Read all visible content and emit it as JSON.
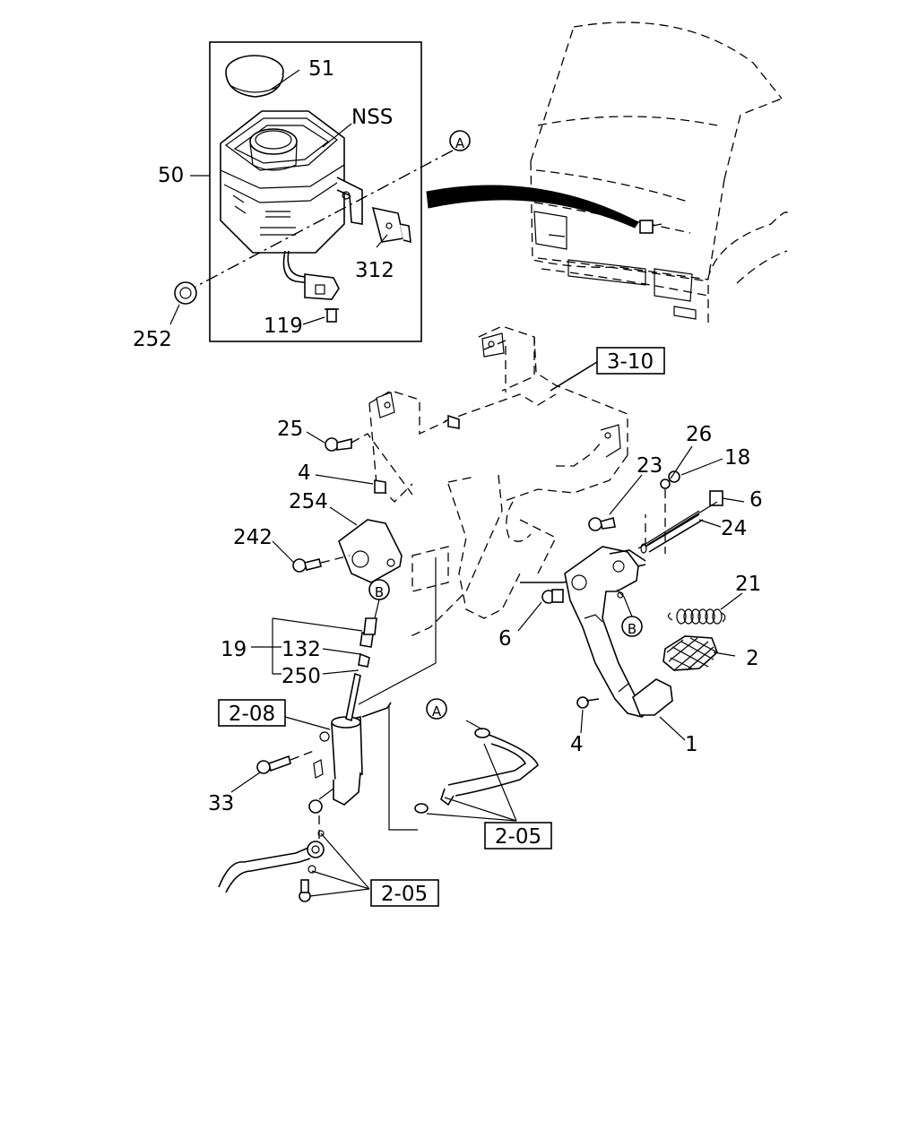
{
  "callouts": {
    "c51": "51",
    "cNSS": "NSS",
    "c50": "50",
    "c312": "312",
    "c252": "252",
    "c119": "119",
    "c25": "25",
    "c4a": "4",
    "c254": "254",
    "c242": "242",
    "c23": "23",
    "c26": "26",
    "c18": "18",
    "c6a": "6",
    "c24": "24",
    "c21": "21",
    "c6b": "6",
    "c2": "2",
    "c19": "19",
    "c132": "132",
    "c250": "250",
    "c4b": "4",
    "c1": "1",
    "c33": "33"
  },
  "references": {
    "r310": "3-10",
    "r208": "2-08",
    "r205a": "2-05",
    "r205b": "2-05"
  },
  "markers": {
    "A1": "A",
    "A2": "A",
    "B1": "B",
    "B2": "B"
  }
}
